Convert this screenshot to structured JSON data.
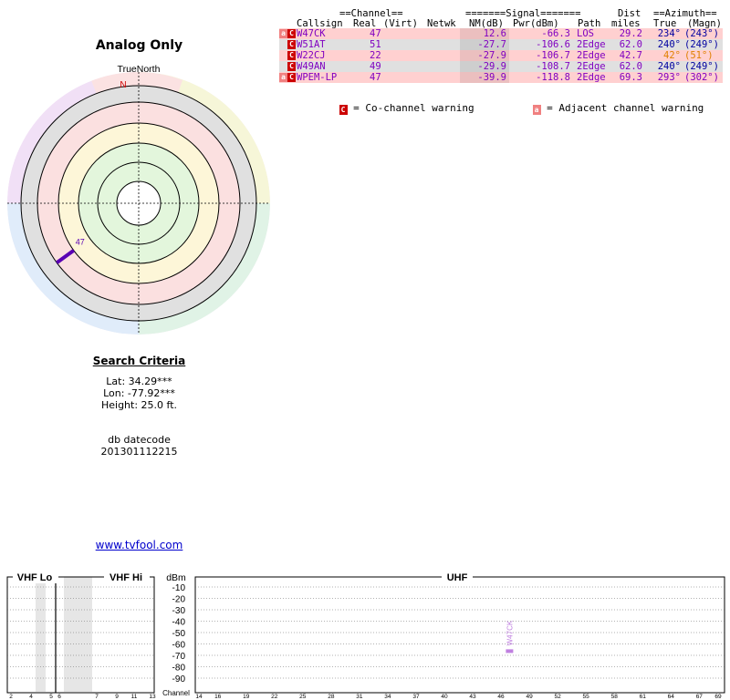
{
  "title": "Analog Only",
  "radar": {
    "true_north_label": "TrueNorth",
    "north_marker": "N",
    "stations": [
      {
        "label": "47",
        "azimuth_true": 234,
        "color": "#5a00b4"
      }
    ]
  },
  "table": {
    "group_headers": {
      "channel": "==Channel==",
      "signal": "=======Signal=======",
      "dist": "Dist",
      "azimuth": "==Azimuth=="
    },
    "columns": [
      "Callsign",
      "Real",
      "(Virt)",
      "Netwk",
      "NM(dB)",
      "Pwr(dBm)",
      "Path",
      "miles",
      "True",
      "(Magn)"
    ],
    "rows": [
      {
        "badges": [
          "a",
          "c"
        ],
        "callsign": "W47CK",
        "real": "47",
        "virt": "",
        "netwk": "",
        "nm": "12.6",
        "pwr": "-66.3",
        "path": "LOS",
        "dist": "29.2",
        "az_true": "234°",
        "az_magn": "(243°)",
        "bg": "#ffd0d0",
        "color": "#8000c0"
      },
      {
        "badges": [
          "c"
        ],
        "callsign": "W51AT",
        "real": "51",
        "virt": "",
        "netwk": "",
        "nm": "-27.7",
        "pwr": "-106.6",
        "path": "2Edge",
        "dist": "62.0",
        "az_true": "240°",
        "az_magn": "(249°)",
        "bg": "#e0e0e0",
        "color": "#8000c0"
      },
      {
        "badges": [
          "c"
        ],
        "callsign": "W22CJ",
        "real": "22",
        "virt": "",
        "netwk": "",
        "nm": "-27.9",
        "pwr": "-106.7",
        "path": "2Edge",
        "dist": "42.7",
        "az_true": "42°",
        "az_magn": "(51°)",
        "bg": "#ffd0d0",
        "color": "#8000c0"
      },
      {
        "badges": [
          "c"
        ],
        "callsign": "W49AN",
        "real": "49",
        "virt": "",
        "netwk": "",
        "nm": "-29.9",
        "pwr": "-108.7",
        "path": "2Edge",
        "dist": "62.0",
        "az_true": "240°",
        "az_magn": "(249°)",
        "bg": "#e0e0e0",
        "color": "#8000c0"
      },
      {
        "badges": [
          "a",
          "c"
        ],
        "callsign": "WPEM-LP",
        "real": "47",
        "virt": "",
        "netwk": "",
        "nm": "-39.9",
        "pwr": "-118.8",
        "path": "2Edge",
        "dist": "69.3",
        "az_true": "293°",
        "az_magn": "(302°)",
        "bg": "#ffd0d0",
        "color": "#8000c0"
      }
    ],
    "az_colors": [
      "#0000a0",
      "#0000a0",
      "#e08000",
      "#0000a0",
      "#8000c0"
    ],
    "legend": {
      "co_badge": "C",
      "co_text": " = Co-channel warning",
      "adj_badge": "a",
      "adj_text": " = Adjacent channel warning"
    }
  },
  "criteria": {
    "heading": "Search Criteria",
    "lat": "Lat: 34.29***",
    "lon": "Lon: -77.92***",
    "height": "Height: 25.0 ft."
  },
  "datecode": {
    "label": "db datecode",
    "value": "201301112215"
  },
  "site_link": "www.tvfool.com",
  "spectrum": {
    "vhf_lo_label": "VHF Lo",
    "vhf_hi_label": "VHF Hi",
    "uhf_label": "UHF",
    "dbm_label": "dBm",
    "dbm_ticks": [
      "-10",
      "-20",
      "-30",
      "-40",
      "-50",
      "-60",
      "-70",
      "-80",
      "-90"
    ],
    "channel_label": "Channel",
    "vhf_lo_channels": [
      "2",
      "4",
      "5",
      "6"
    ],
    "vhf_hi_channels": [
      "7",
      "9",
      "11",
      "13"
    ],
    "uhf_channels": [
      "14",
      "16",
      "19",
      "22",
      "25",
      "28",
      "31",
      "34",
      "37",
      "40",
      "43",
      "46",
      "49",
      "52",
      "55",
      "58",
      "61",
      "64",
      "67",
      "69"
    ],
    "bars": [
      {
        "label": "W47CK",
        "channel": 47,
        "dbm": -66.3,
        "color": "#c080e0"
      }
    ]
  }
}
